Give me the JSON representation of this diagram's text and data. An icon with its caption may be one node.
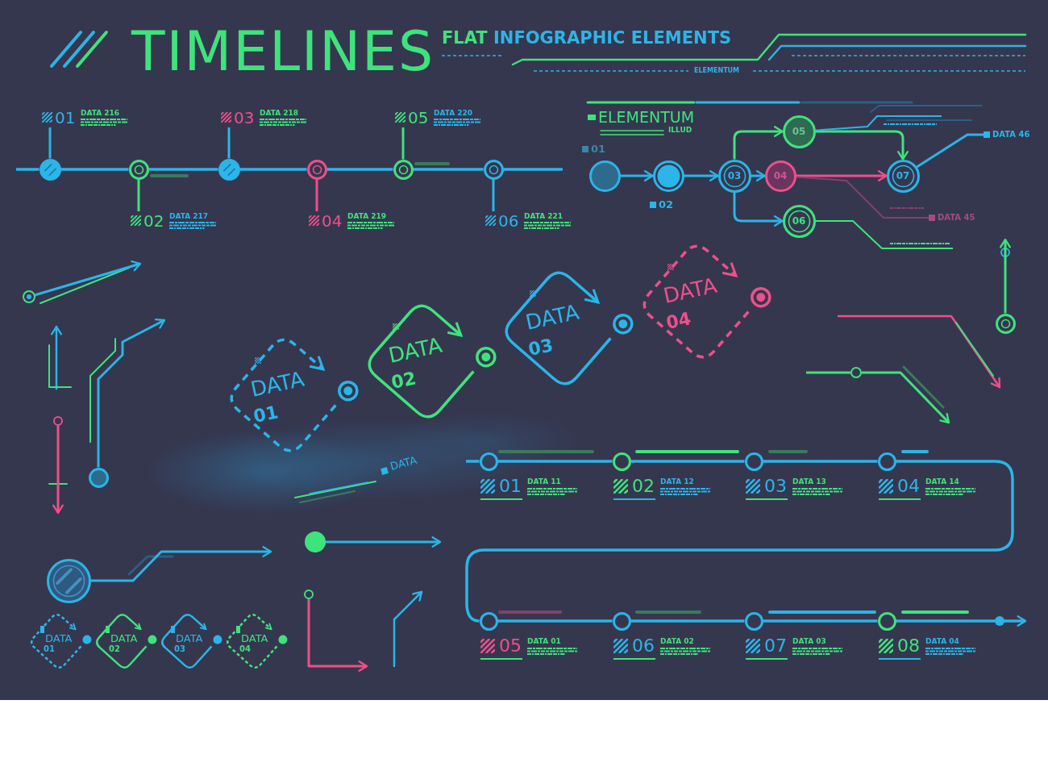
{
  "diagram": {
    "title": "TIMELINES",
    "nodes": [
      {
        "text": [],
        "shape": "circle"
      },
      {
        "text": [],
        "shape": "circle"
      },
      {
        "text": [],
        "shape": "circle"
      },
      {
        "text": [],
        "shape": "circle"
      },
      {
        "text": [],
        "shape": "circle"
      },
      {
        "text": [],
        "shape": "circle"
      },
      {
        "text": [
          "01",
          "DATA 216"
        ]
      },
      {
        "text": [
          "02",
          "DATA 217"
        ]
      },
      {
        "text": [
          "03",
          "DATA 218"
        ]
      },
      {
        "text": [
          "04",
          "DATA 219"
        ]
      },
      {
        "text": [
          "05",
          "DATA 220"
        ]
      },
      {
        "text": [
          "06",
          "DATA 221"
        ]
      },
      {
        "text": [],
        "shape": "circle",
        "beside": [
          "01"
        ]
      },
      {
        "text": [],
        "shape": "circle",
        "beside": [
          "02"
        ]
      },
      {
        "text": [
          "03"
        ]
      },
      {
        "text": [
          "04"
        ]
      },
      {
        "text": [
          "05"
        ]
      },
      {
        "text": [
          "06"
        ]
      },
      {
        "text": [
          "07"
        ]
      },
      {
        "text": [
          "DATA 46"
        ]
      },
      {
        "text": [
          "DATA 45"
        ]
      },
      {
        "text": [
          "DATA",
          "01"
        ]
      },
      {
        "text": [
          "DATA",
          "02"
        ]
      },
      {
        "text": [
          "DATA",
          "03"
        ]
      },
      {
        "text": [
          "DATA",
          "04"
        ]
      },
      {
        "text": [],
        "shape": "circle"
      },
      {
        "text": [],
        "shape": "circle"
      },
      {
        "text": [],
        "shape": "circle"
      },
      {
        "text": [],
        "shape": "circle"
      },
      {
        "text": [],
        "shape": "circle"
      },
      {
        "text": [],
        "shape": "circle"
      },
      {
        "text": [],
        "shape": "circle"
      },
      {
        "text": [],
        "shape": "circle"
      },
      {
        "text": [],
        "shape": "circle",
        "beside": [
          "01",
          "DATA 11"
        ]
      },
      {
        "text": [],
        "shape": "circle",
        "beside": [
          "02",
          "DATA 12"
        ]
      },
      {
        "text": [],
        "shape": "circle",
        "beside": [
          "03",
          "DATA 13"
        ]
      },
      {
        "text": [],
        "shape": "circle",
        "beside": [
          "04",
          "DATA 14"
        ]
      },
      {
        "text": [],
        "shape": "circle",
        "beside": [
          "05",
          "DATA 01"
        ]
      },
      {
        "text": [],
        "shape": "circle",
        "beside": [
          "06",
          "DATA 02"
        ]
      },
      {
        "text": [],
        "shape": "circle",
        "beside": [
          "07",
          "DATA 03"
        ]
      },
      {
        "text": [],
        "shape": "circle",
        "beside": [
          "08",
          "DATA 04"
        ]
      },
      {
        "text": [
          "DATA",
          "01"
        ]
      },
      {
        "text": [
          "DATA",
          "02"
        ]
      },
      {
        "text": [
          "DATA",
          "03"
        ]
      },
      {
        "text": [
          "DATA",
          "04"
        ]
      }
    ],
    "edges": [
      {
        "from": null,
        "to": 0,
        "arrow": "none"
      },
      {
        "from": 0,
        "to": 1,
        "arrow": "none"
      },
      {
        "from": 1,
        "to": 2,
        "arrow": "none"
      },
      {
        "from": 2,
        "to": 3,
        "arrow": "none"
      },
      {
        "from": 3,
        "to": 4,
        "arrow": "none"
      },
      {
        "from": 4,
        "to": 5,
        "arrow": "none"
      },
      {
        "from": 5,
        "to": null,
        "arrow": "none"
      },
      {
        "from": 0,
        "to": 6,
        "arrow": "none"
      },
      {
        "from": 1,
        "to": 7,
        "arrow": "none",
        "color": "#3fe37c"
      },
      {
        "from": 2,
        "to": 8,
        "arrow": "none"
      },
      {
        "from": 3,
        "to": 9,
        "arrow": "none",
        "color": "#ef4f8b"
      },
      {
        "from": 4,
        "to": 10,
        "arrow": "none",
        "color": "#3fe37c"
      },
      {
        "from": 5,
        "to": 11,
        "arrow": "none"
      },
      {
        "from": 12,
        "to": 13,
        "arrow": "to"
      },
      {
        "from": 13,
        "to": 14,
        "arrow": "to"
      },
      {
        "from": 14,
        "to": 15,
        "arrow": "to"
      },
      {
        "from": 14,
        "to": 16,
        "arrow": "to",
        "color": "#3fe37c"
      },
      {
        "from": 14,
        "to": 17,
        "arrow": "to"
      },
      {
        "from": 15,
        "to": 18,
        "arrow": "to",
        "color": "#ef4f8b"
      },
      {
        "from": 16,
        "to": 18,
        "arrow": "to",
        "color": "#3fe37c"
      },
      {
        "from": 18,
        "to": 19,
        "arrow": "none"
      },
      {
        "from": 15,
        "to": 20,
        "arrow": "none",
        "color": "#85406e"
      },
      {
        "from": 17,
        "to": null,
        "arrow": "none",
        "color": "#3fe37c"
      },
      {
        "from": 16,
        "to": null,
        "arrow": "none"
      },
      {
        "from": 25,
        "to": null,
        "arrow": "to"
      },
      {
        "from": 26,
        "to": null,
        "arrow": "to",
        "color": "#ef4f8b"
      },
      {
        "from": 27,
        "to": null,
        "arrow": "to"
      },
      {
        "from": 28,
        "to": null,
        "arrow": "to"
      },
      {
        "from": 29,
        "to": null,
        "arrow": "to"
      },
      {
        "from": 30,
        "to": null,
        "arrow": "to",
        "color": "#ef4f8b"
      },
      {
        "from": 31,
        "to": null,
        "arrow": "to",
        "color": "#3fe37c"
      },
      {
        "from": null,
        "to": 32,
        "arrow": "none",
        "color": "#3fe37c"
      },
      {
        "from": 32,
        "to": null,
        "arrow": "to",
        "color": "#3fe37c"
      },
      {
        "from": null,
        "to": 33,
        "arrow": "none"
      },
      {
        "from": 33,
        "to": 34,
        "arrow": "none"
      },
      {
        "from": 34,
        "to": 35,
        "arrow": "none"
      },
      {
        "from": 35,
        "to": 36,
        "arrow": "none"
      },
      {
        "from": 36,
        "to": 37,
        "arrow": "none"
      },
      {
        "from": 37,
        "to": 38,
        "arrow": "none"
      },
      {
        "from": 38,
        "to": 39,
        "arrow": "none"
      },
      {
        "from": 39,
        "to": 40,
        "arrow": "none"
      },
      {
        "from": 40,
        "to": null,
        "arrow": "to"
      }
    ],
    "labels": [
      "FLAT INFOGRAPHIC ELEMENTS",
      "ELEMENTUM",
      "ELEMENTUM",
      "ILLUD",
      "DATA"
    ]
  }
}
